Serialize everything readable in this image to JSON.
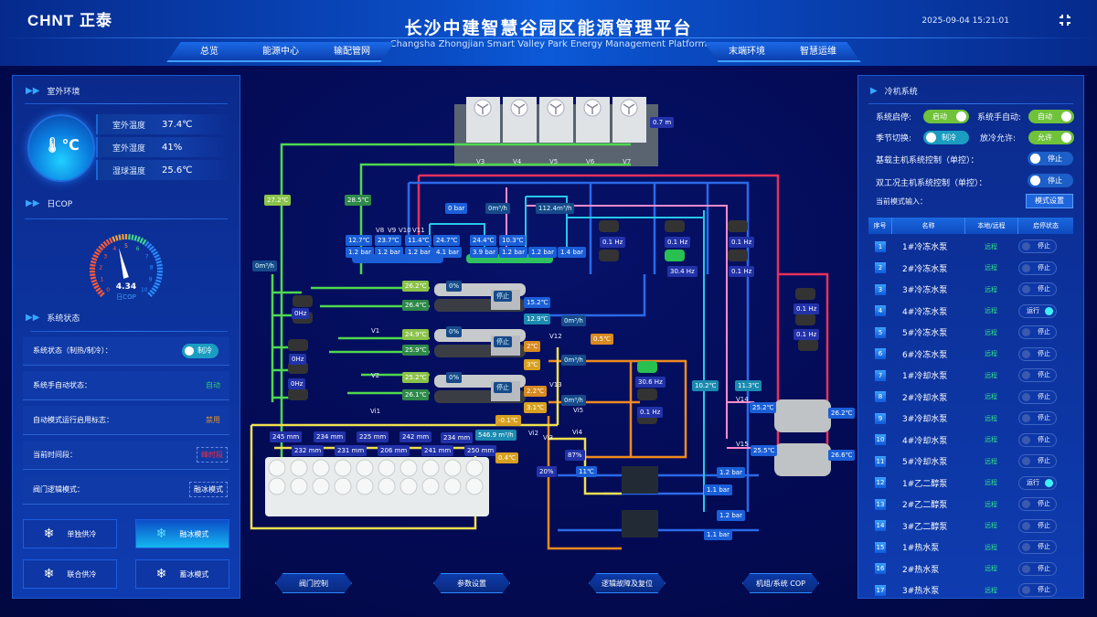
{
  "header": {
    "logo": "CHNT 正泰",
    "title": "长沙中建智慧谷园区能源管理平台",
    "subtitle": "Changsha Zhongjian Smart Valley Park Energy Management Platform",
    "datetime": "2025-09-04 15:21:01",
    "nav_left": [
      "总览",
      "能源中心",
      "输配管网"
    ],
    "nav_right": [
      "末端环境",
      "智慧运维"
    ]
  },
  "left": {
    "env_title": "室外环境",
    "env": [
      {
        "label": "室外温度",
        "value": "37.4℃"
      },
      {
        "label": "室外湿度",
        "value": "41%"
      },
      {
        "label": "湿球温度",
        "value": "25.6℃"
      }
    ],
    "cop_title": "日COP",
    "cop": {
      "value": "4.34",
      "label": "日COP",
      "min": 0,
      "max": 10,
      "ticks": [
        "0",
        "1",
        "2",
        "3",
        "4",
        "5",
        "6",
        "7",
        "8",
        "9",
        "10"
      ]
    },
    "status_title": "系统状态",
    "status_rows": [
      {
        "label": "系统状态（制热/制冷）：",
        "value": "制冷",
        "type": "toggle"
      },
      {
        "label": "系统手自动状态：",
        "value": "自动",
        "color": "#2fd07a"
      },
      {
        "label": "自动模式运行启用标志：",
        "value": "禁用",
        "color": "#e0902a"
      },
      {
        "label": "当前时间段：",
        "value": "峰时段",
        "color": "#ff2a3a",
        "boxed": true
      },
      {
        "label": "阀门逻辑模式：",
        "value": "融冰模式",
        "color": "#ffffff",
        "boxed": true
      }
    ],
    "mode_buttons": [
      {
        "label": "单独供冷",
        "active": false
      },
      {
        "label": "融冰模式",
        "active": true
      },
      {
        "label": "联合供冷",
        "active": false
      },
      {
        "label": "蓄冰模式",
        "active": false
      }
    ]
  },
  "right": {
    "title": "冷机系统",
    "controls": {
      "sys_startstop_label": "系统启停:",
      "sys_startstop_value": "启动",
      "sys_auto_label": "系统手自动:",
      "sys_auto_value": "自动",
      "season_label": "季节切换:",
      "season_value": "制冷",
      "release_label": "放冷允许:",
      "release_value": "允许",
      "base_ctrl_label": "基载主机系统控制（单控）：",
      "base_ctrl_value": "停止",
      "dual_ctrl_label": "双工况主机系统控制（单控）：",
      "dual_ctrl_value": "停止",
      "mode_input_label": "当前模式输入：",
      "mode_set_button": "模式设置"
    },
    "table_headers": [
      "序号",
      "名称",
      "本地/远程",
      "启停状态"
    ],
    "pumps": [
      {
        "no": "1",
        "name": "1#冷冻水泵",
        "mode": "远程",
        "state": "停止"
      },
      {
        "no": "2",
        "name": "2#冷冻水泵",
        "mode": "远程",
        "state": "停止"
      },
      {
        "no": "3",
        "name": "3#冷冻水泵",
        "mode": "远程",
        "state": "停止"
      },
      {
        "no": "4",
        "name": "4#冷冻水泵",
        "mode": "远程",
        "state": "运行"
      },
      {
        "no": "5",
        "name": "5#冷冻水泵",
        "mode": "远程",
        "state": "停止"
      },
      {
        "no": "6",
        "name": "6#冷冻水泵",
        "mode": "远程",
        "state": "停止"
      },
      {
        "no": "7",
        "name": "1#冷却水泵",
        "mode": "远程",
        "state": "停止"
      },
      {
        "no": "8",
        "name": "2#冷却水泵",
        "mode": "远程",
        "state": "停止"
      },
      {
        "no": "9",
        "name": "3#冷却水泵",
        "mode": "远程",
        "state": "停止"
      },
      {
        "no": "10",
        "name": "4#冷却水泵",
        "mode": "远程",
        "state": "停止"
      },
      {
        "no": "11",
        "name": "5#冷却水泵",
        "mode": "远程",
        "state": "停止"
      },
      {
        "no": "12",
        "name": "1#乙二醇泵",
        "mode": "远程",
        "state": "运行"
      },
      {
        "no": "13",
        "name": "2#乙二醇泵",
        "mode": "远程",
        "state": "停止"
      },
      {
        "no": "14",
        "name": "3#乙二醇泵",
        "mode": "远程",
        "state": "停止"
      },
      {
        "no": "15",
        "name": "1#热水泵",
        "mode": "远程",
        "state": "停止"
      },
      {
        "no": "16",
        "name": "2#热水泵",
        "mode": "远程",
        "state": "停止"
      },
      {
        "no": "17",
        "name": "3#热水泵",
        "mode": "远程",
        "state": "停止"
      }
    ]
  },
  "diagram": {
    "cooling_tower_valves": [
      "V3",
      "V4",
      "V5",
      "V6",
      "V7"
    ],
    "tower_level": "0.7 m",
    "valves_top": [
      "V8",
      "V9",
      "V10",
      "V11"
    ],
    "labels": {
      "t_27_2": "27.2℃",
      "t_28_5": "28.5℃",
      "flow_left": "0m³/h",
      "hdr_t": [
        "12.7℃",
        "23.7℃",
        "11.4℃",
        "24.7℃"
      ],
      "hdr_p": [
        "1.2 bar",
        "1.2 bar",
        "1.2 bar",
        "4.1 bar"
      ],
      "p_0bar": "0 bar",
      "flow_top1": "0m³/h",
      "flow_top2": "112.4m³/h",
      "hdr2_t": [
        "24.4℃",
        "10.3℃"
      ],
      "hdr2_p": [
        "3.9 bar",
        "1.2 bar",
        "1.2 bar",
        "1.4 bar"
      ],
      "chiller_load": [
        "0%",
        "0%",
        "0%"
      ],
      "chiller_state": [
        "停止",
        "停止",
        "停止"
      ],
      "cw_temps": [
        [
          "26.2℃",
          "26.4℃"
        ],
        [
          "24.9℃",
          "25.9℃"
        ],
        [
          "25.2℃",
          "26.1℃"
        ]
      ],
      "cw_pump_hz": [
        "0Hz",
        "0Hz",
        "0Hz"
      ],
      "v1": "V1",
      "v2": "V2",
      "evap1": [
        "15.2℃",
        "12.9℃"
      ],
      "flow_evap1": "0m³/h",
      "evap2": [
        "2℃",
        "3℃"
      ],
      "evap3": [
        "2.2℃",
        "3.1℃"
      ],
      "v12": "V12",
      "v13": "V13",
      "t_0_5": "0.5℃",
      "flow_g1": "0m³/h",
      "flow_g2": "0m³/h",
      "chw_pump_hz": [
        "0.1 Hz",
        "0.1 Hz",
        "30.4 Hz",
        "0.1 Hz",
        "0.1 Hz",
        "0.1 Hz"
      ],
      "glycol_pump_hz": [
        "30.6 Hz",
        "0.1 Hz"
      ],
      "hot_pump_hz": [
        "0.1 Hz",
        "0.1 Hz"
      ],
      "t_10_2": "10.2℃",
      "t_11_3": "11.3℃",
      "v14": "V14",
      "v15": "V15",
      "boiler_t": [
        "25.2℃",
        "26.2℃",
        "25.5℃",
        "26.6℃"
      ],
      "vi": [
        "Vi1",
        "Vi2",
        "Vi3",
        "Vi4",
        "Vi5"
      ],
      "ice_level_top": [
        "245 mm",
        "234 mm",
        "225 mm",
        "242 mm",
        "234 mm"
      ],
      "ice_level_bot": [
        "232 mm",
        "231 mm",
        "206 mm",
        "241 mm",
        "250 mm"
      ],
      "t_neg0_1": "-0.1℃",
      "flow_ice": "546.9 m³/h",
      "t_0_4": "0.4℃",
      "pct_20": "20%",
      "pct_87": "87%",
      "t_11": "11℃",
      "hx_p": [
        "1.2 bar",
        "1.1 bar",
        "1.2 bar",
        "1.1 bar"
      ]
    }
  },
  "bottom_buttons": [
    "阀门控制",
    "参数设置",
    "逻辑故障及复位",
    "机组/系统 COP"
  ]
}
